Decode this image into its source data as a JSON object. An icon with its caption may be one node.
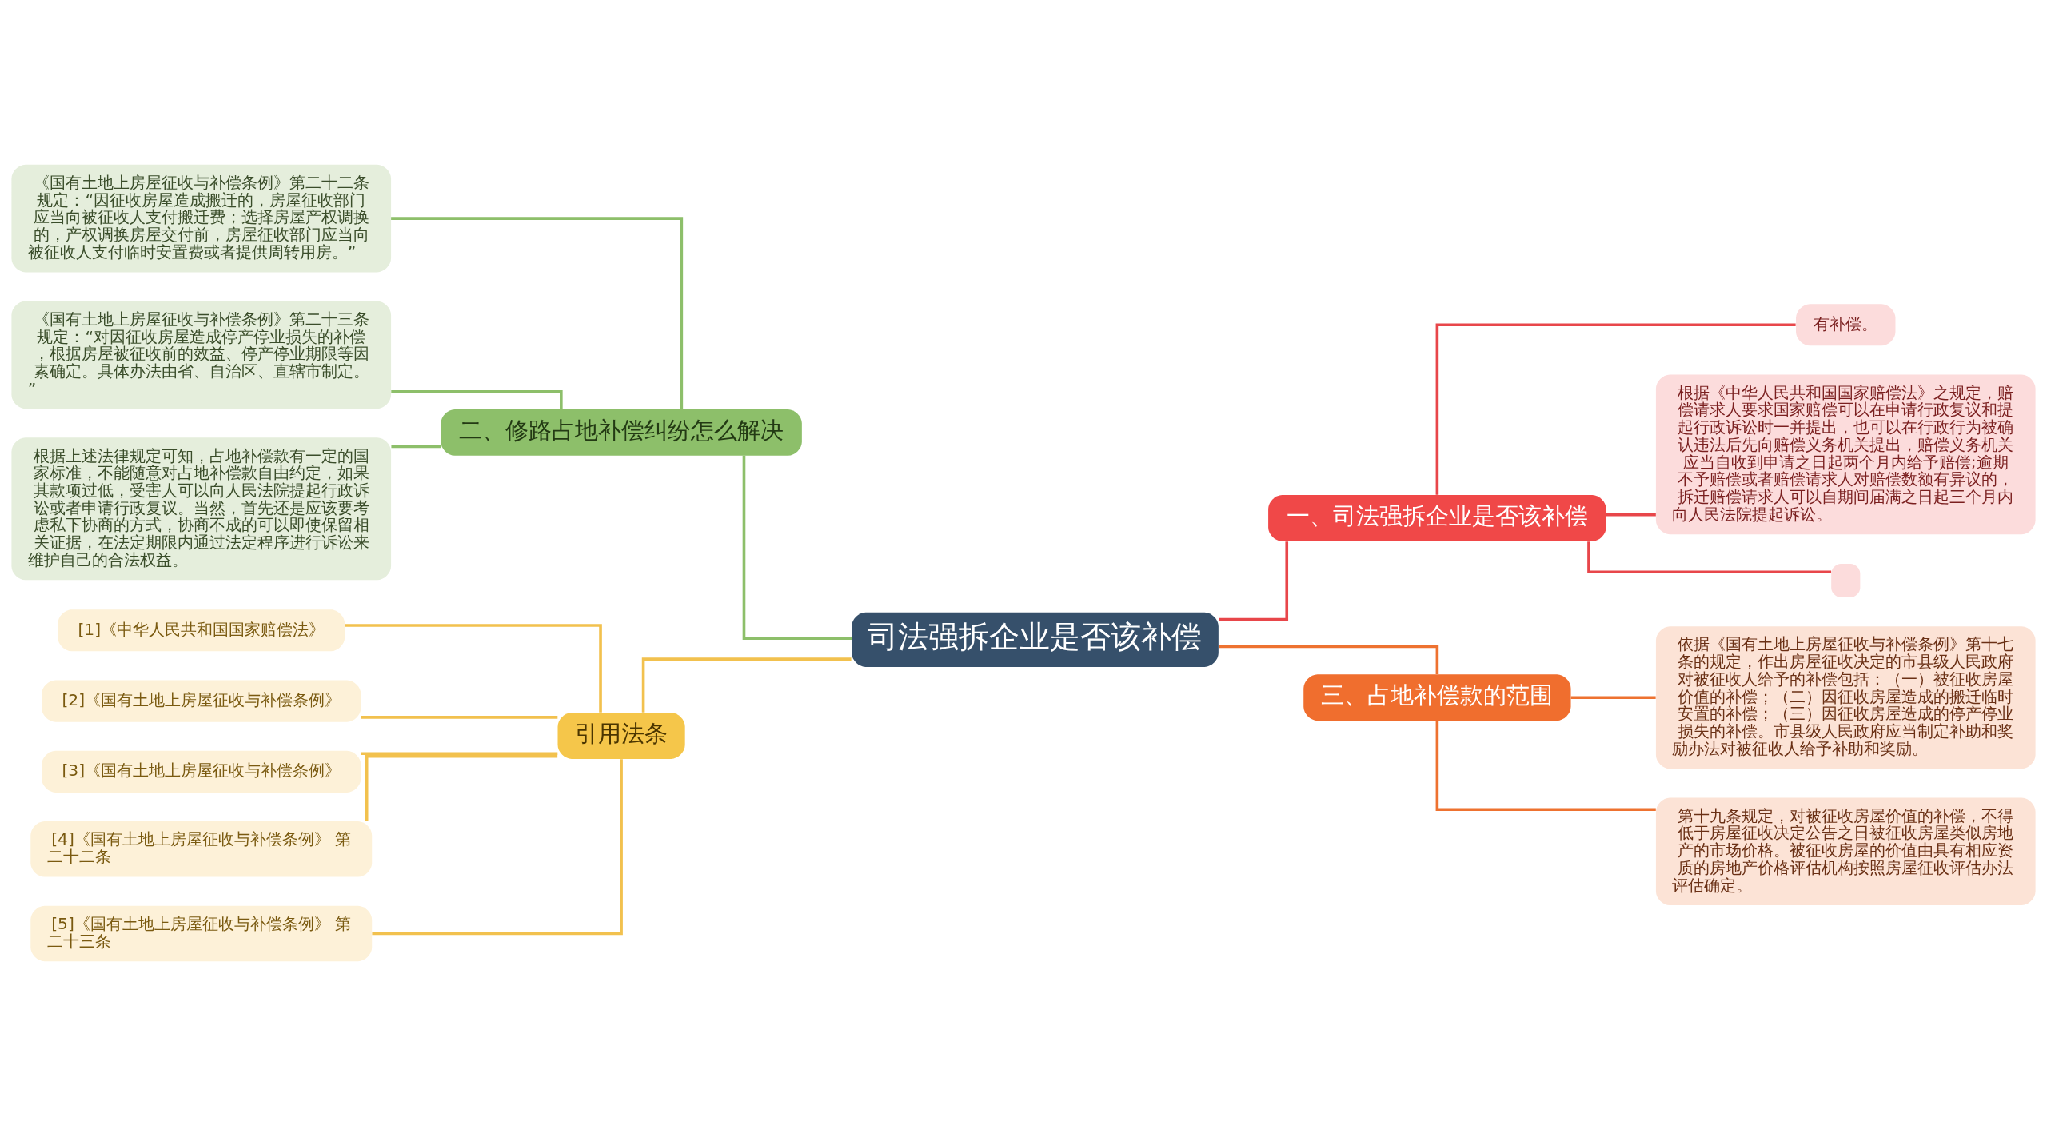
{
  "diagram": {
    "nodes": [
      {
        "text": [
          "司法强拆企业是否该补偿"
        ]
      },
      {
        "text": [
          "一、司法强拆企业是否该补偿"
        ]
      },
      {
        "text": [
          "有补偿。"
        ]
      },
      {
        "text": [
          "根据《中华人民共和国国家赔偿法》之规定，赔偿请求人要求国家赔偿可以在申请行政复议和提起行政诉讼时一并提出，也可以在行政行为被确认违法后先向赔偿义务机关提出，赔偿义务机关应当自收到申请之日起两个月内给予赔偿;逾期不予赔偿或者赔偿请求人对赔偿数额有异议的，拆迁赔偿请求人可以自期间届满之日起三个月内向人民法院提起诉讼。"
        ]
      },
      {
        "text": [],
        "shape": "box"
      },
      {
        "text": [
          "二、修路占地补偿纠纷怎么解决"
        ]
      },
      {
        "text": [
          "《国有土地上房屋征收与补偿条例》第二十二条规定：“因征收房屋造成搬迁的，房屋征收部门应当向被征收人支付搬迁费；选择房屋产权调换的，产权调换房屋交付前，房屋征收部门应当向被征收人支付临时安置费或者提供周转用房。”"
        ]
      },
      {
        "text": [
          "《国有土地上房屋征收与补偿条例》第二十三条规定：“对因征收房屋造成停产停业损失的补偿，根据房屋被征收前的效益、停产停业期限等因素确定。具体办法由省、自治区、直辖市制定。”"
        ]
      },
      {
        "text": [
          "根据上述法律规定可知，占地补偿款有一定的国家标准，不能随意对占地补偿款自由约定，如果其款项过低，受害人可以向人民法院提起行政诉讼或者申请行政复议。当然，首先还是应该要考虑私下协商的方式，协商不成的可以即使保留相关证据，在法定期限内通过法定程序进行诉讼来维护自己的合法权益。"
        ]
      },
      {
        "text": [
          "三、占地补偿款的范围"
        ]
      },
      {
        "text": [
          "依据《国有土地上房屋征收与补偿条例》第十七条的规定，作出房屋征收决定的市县级人民政府对被征收人给予的补偿包括：（一）被征收房屋价值的补偿；（二）因征收房屋造成的搬迁临时安置的补偿；（三）因征收房屋造成的停产停业损失的补偿。市县级人民政府应当制定补助和奖励办法对被征收人给予补助和奖励。"
        ]
      },
      {
        "text": [
          "第十九条规定，对被征收房屋价值的补偿，不得低于房屋征收决定公告之日被征收房屋类似房地产的市场价格。被征收房屋的价值由具有相应资质的房地产价格评估机构按照房屋征收评估办法评估确定。"
        ]
      },
      {
        "text": [
          "引用法条"
        ]
      },
      {
        "text": [
          "[1]《中华人民共和国国家赔偿法》"
        ]
      },
      {
        "text": [
          "[2]《国有土地上房屋征收与补偿条例》"
        ]
      },
      {
        "text": [
          "[3]《国有土地上房屋征收与补偿条例》"
        ]
      },
      {
        "text": [
          "[4]《国有土地上房屋征收与补偿条例》 第二十二条"
        ]
      },
      {
        "text": [
          "[5]《国有土地上房屋征收与补偿条例》 第二十三条"
        ]
      }
    ],
    "edges": [
      {
        "from": 0,
        "to": 1,
        "arrow": "none",
        "color": "#e8464a"
      },
      {
        "from": 1,
        "to": 2,
        "arrow": "none",
        "color": "#e8464a"
      },
      {
        "from": 1,
        "to": 3,
        "arrow": "none",
        "color": "#e8464a"
      },
      {
        "from": 1,
        "to": 4,
        "arrow": "none",
        "color": "#e8464a"
      },
      {
        "from": 0,
        "to": 5,
        "arrow": "none",
        "color": "#8dbf6a"
      },
      {
        "from": 5,
        "to": 6,
        "arrow": "none",
        "color": "#8dbf6a"
      },
      {
        "from": 5,
        "to": 7,
        "arrow": "none",
        "color": "#8dbf6a"
      },
      {
        "from": 5,
        "to": 8,
        "arrow": "none",
        "color": "#8dbf6a"
      },
      {
        "from": 0,
        "to": 9,
        "arrow": "none",
        "color": "#ee7230"
      },
      {
        "from": 9,
        "to": 10,
        "arrow": "none",
        "color": "#ee7230"
      },
      {
        "from": 9,
        "to": 11,
        "arrow": "none",
        "color": "#ee7230"
      },
      {
        "from": 0,
        "to": 12,
        "arrow": "none"
      },
      {
        "from": 12,
        "to": 13,
        "arrow": "none"
      },
      {
        "from": 12,
        "to": 14,
        "arrow": "none"
      },
      {
        "from": 12,
        "to": 15,
        "arrow": "none"
      },
      {
        "from": 12,
        "to": 16,
        "arrow": "none"
      },
      {
        "from": 12,
        "to": 17,
        "arrow": "none"
      }
    ]
  }
}
